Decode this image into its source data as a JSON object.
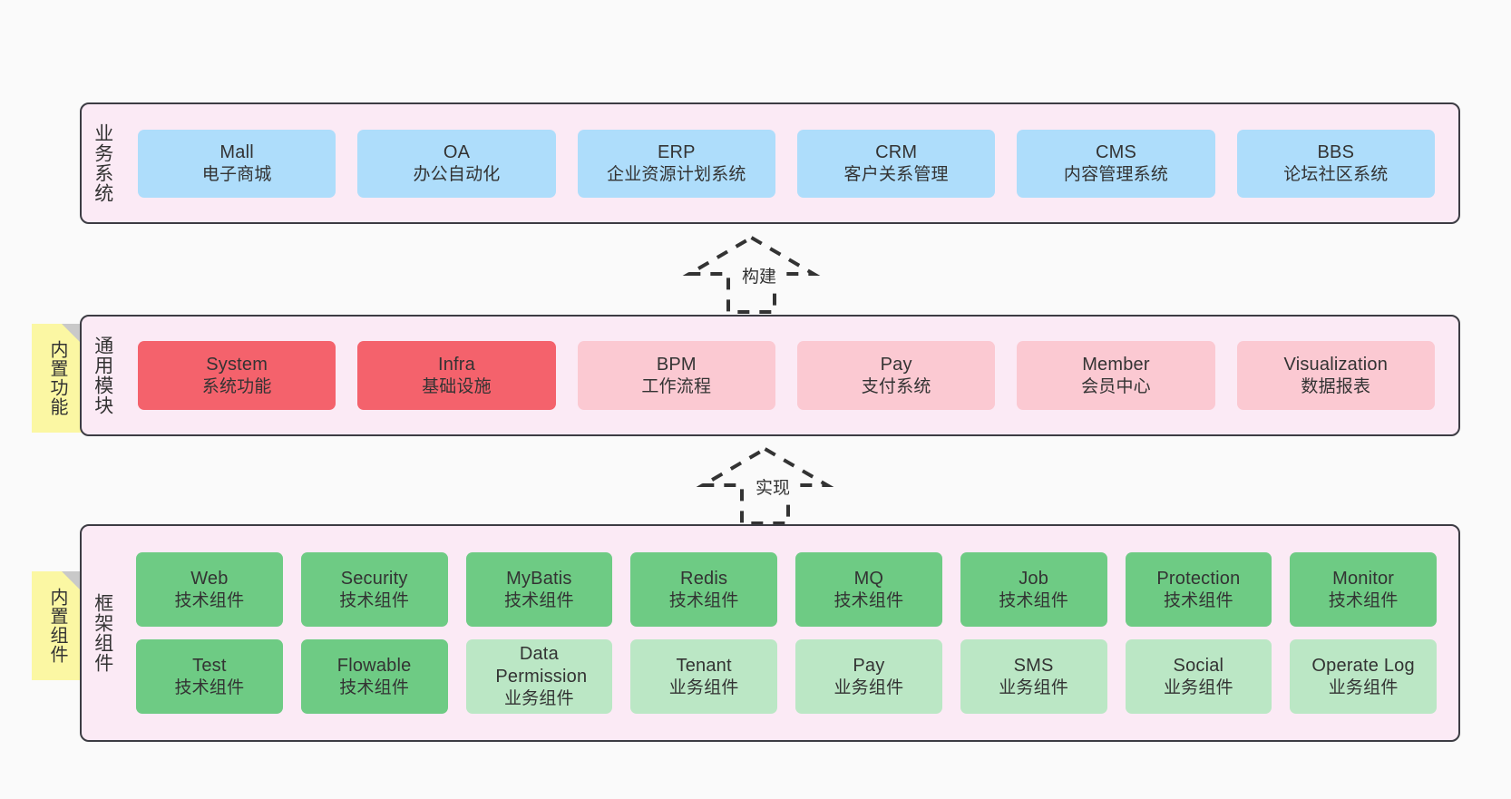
{
  "diagram": {
    "background_color": "#fafafa",
    "band_fill": "#fbeaf5",
    "band_border": "#3c3c43",
    "note_color": "#fbf7a3"
  },
  "layers": [
    {
      "id": "business-systems",
      "label": "业务系统",
      "color": "#aeddfb",
      "items": [
        {
          "title": "Mall",
          "subtitle": "电子商城",
          "style": "blue"
        },
        {
          "title": "OA",
          "subtitle": "办公自动化",
          "style": "blue"
        },
        {
          "title": "ERP",
          "subtitle": "企业资源计划系统",
          "style": "blue"
        },
        {
          "title": "CRM",
          "subtitle": "客户关系管理",
          "style": "blue"
        },
        {
          "title": "CMS",
          "subtitle": "内容管理系统",
          "style": "blue"
        },
        {
          "title": "BBS",
          "subtitle": "论坛社区系统",
          "style": "blue"
        }
      ]
    },
    {
      "id": "common-modules",
      "label": "通用模块",
      "note": "内置功能",
      "items": [
        {
          "title": "System",
          "subtitle": "系统功能",
          "style": "red"
        },
        {
          "title": "Infra",
          "subtitle": "基础设施",
          "style": "red"
        },
        {
          "title": "BPM",
          "subtitle": "工作流程",
          "style": "pink"
        },
        {
          "title": "Pay",
          "subtitle": "支付系统",
          "style": "pink"
        },
        {
          "title": "Member",
          "subtitle": "会员中心",
          "style": "pink"
        },
        {
          "title": "Visualization",
          "subtitle": "数据报表",
          "style": "pink"
        }
      ]
    },
    {
      "id": "framework-components",
      "label": "框架组件",
      "note": "内置组件",
      "rows": [
        [
          {
            "title": "Web",
            "subtitle": "技术组件",
            "style": "green"
          },
          {
            "title": "Security",
            "subtitle": "技术组件",
            "style": "green"
          },
          {
            "title": "MyBatis",
            "subtitle": "技术组件",
            "style": "green"
          },
          {
            "title": "Redis",
            "subtitle": "技术组件",
            "style": "green"
          },
          {
            "title": "MQ",
            "subtitle": "技术组件",
            "style": "green"
          },
          {
            "title": "Job",
            "subtitle": "技术组件",
            "style": "green"
          },
          {
            "title": "Protection",
            "subtitle": "技术组件",
            "style": "green"
          },
          {
            "title": "Monitor",
            "subtitle": "技术组件",
            "style": "green"
          }
        ],
        [
          {
            "title": "Test",
            "subtitle": "技术组件",
            "style": "green"
          },
          {
            "title": "Flowable",
            "subtitle": "技术组件",
            "style": "green"
          },
          {
            "title": "Data Permission",
            "subtitle": "业务组件",
            "style": "lgreen"
          },
          {
            "title": "Tenant",
            "subtitle": "业务组件",
            "style": "lgreen"
          },
          {
            "title": "Pay",
            "subtitle": "业务组件",
            "style": "lgreen"
          },
          {
            "title": "SMS",
            "subtitle": "业务组件",
            "style": "lgreen"
          },
          {
            "title": "Social",
            "subtitle": "业务组件",
            "style": "lgreen"
          },
          {
            "title": "Operate Log",
            "subtitle": "业务组件",
            "style": "lgreen"
          }
        ]
      ]
    }
  ],
  "connectors": [
    {
      "id": "build",
      "label": "构建",
      "direction": "up"
    },
    {
      "id": "implement",
      "label": "实现",
      "direction": "up"
    }
  ]
}
